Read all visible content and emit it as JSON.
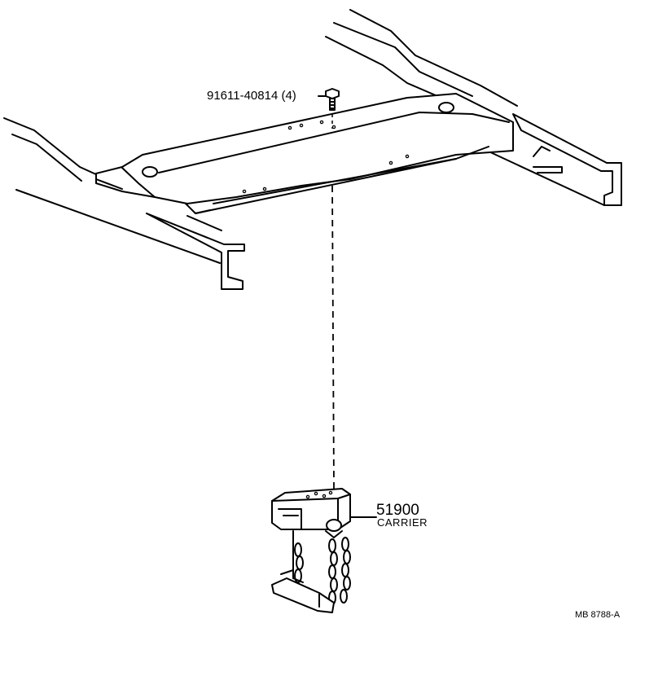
{
  "labels": {
    "bolt": "91611-40814 (4)",
    "carrier_number": "51900",
    "carrier_name": "CARRIER",
    "reference": "MB 8788-A"
  }
}
